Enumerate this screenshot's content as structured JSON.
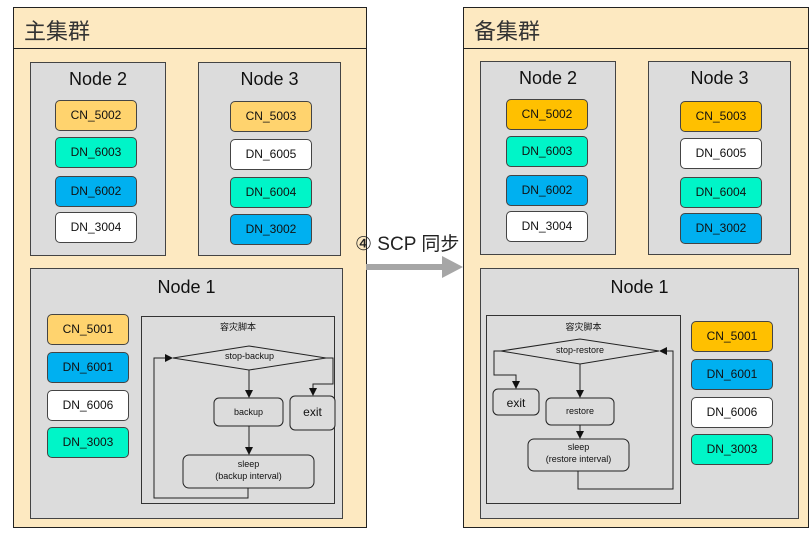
{
  "colors": {
    "cluster_bg": "#fde9c1",
    "node_bg": "#dcdcdc",
    "cn_primary": "#ffd36e",
    "cn_standby": "#ffc000",
    "dn_teal": "#00f5c8",
    "dn_blue": "#00b0f0",
    "dn_white": "#ffffff",
    "arrow": "#a6a6a6"
  },
  "primary": {
    "title": "主集群",
    "node2": {
      "title": "Node 2",
      "items": [
        "CN_5002",
        "DN_6003",
        "DN_6002",
        "DN_3004"
      ]
    },
    "node3": {
      "title": "Node 3",
      "items": [
        "CN_5003",
        "DN_6005",
        "DN_6004",
        "DN_3002"
      ]
    },
    "node1": {
      "title": "Node 1",
      "items": [
        "CN_5001",
        "DN_6001",
        "DN_6006",
        "DN_3003"
      ],
      "script": {
        "title": "容灾脚本",
        "decision": "stop-backup",
        "action": "backup",
        "exit": "exit",
        "sleep": "sleep",
        "sleep_sub": "(backup interval)"
      }
    }
  },
  "sync": {
    "label": "④ SCP 同步"
  },
  "standby": {
    "title": "备集群",
    "node2": {
      "title": "Node 2",
      "items": [
        "CN_5002",
        "DN_6003",
        "DN_6002",
        "DN_3004"
      ]
    },
    "node3": {
      "title": "Node 3",
      "items": [
        "CN_5003",
        "DN_6005",
        "DN_6004",
        "DN_3002"
      ]
    },
    "node1": {
      "title": "Node 1",
      "items": [
        "CN_5001",
        "DN_6001",
        "DN_6006",
        "DN_3003"
      ],
      "script": {
        "title": "容灾脚本",
        "decision": "stop-restore",
        "action": "restore",
        "exit": "exit",
        "sleep": "sleep",
        "sleep_sub": "(restore interval)"
      }
    }
  }
}
